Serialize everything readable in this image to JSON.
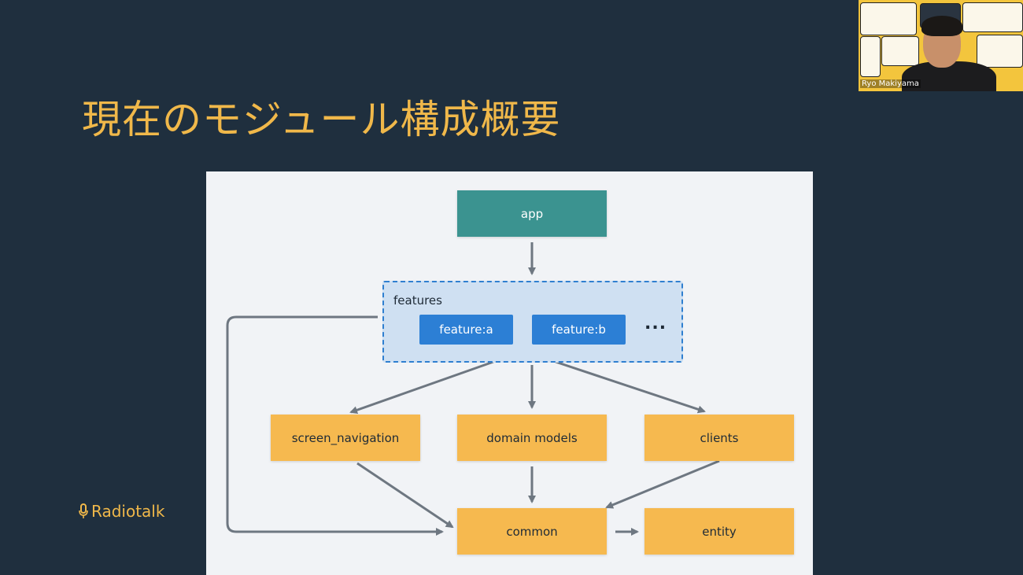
{
  "slide": {
    "title": "現在のモジュール構成概要"
  },
  "brand": {
    "name": "Radiotalk",
    "icon": "microphone-icon"
  },
  "diagram": {
    "app": "app",
    "features": {
      "label": "features",
      "items": [
        "feature:a",
        "feature:b"
      ],
      "more": "..."
    },
    "middle": [
      "screen_navigation",
      "domain models",
      "clients"
    ],
    "bottom": [
      "common",
      "entity"
    ],
    "colors": {
      "app": "#3b9390",
      "feature": "#2c7fd5",
      "module": "#f6b94f",
      "group_fill": "#cfe0f2",
      "arrow": "#6e7781"
    }
  },
  "webcam": {
    "participant": "Ryo Makiyama"
  }
}
